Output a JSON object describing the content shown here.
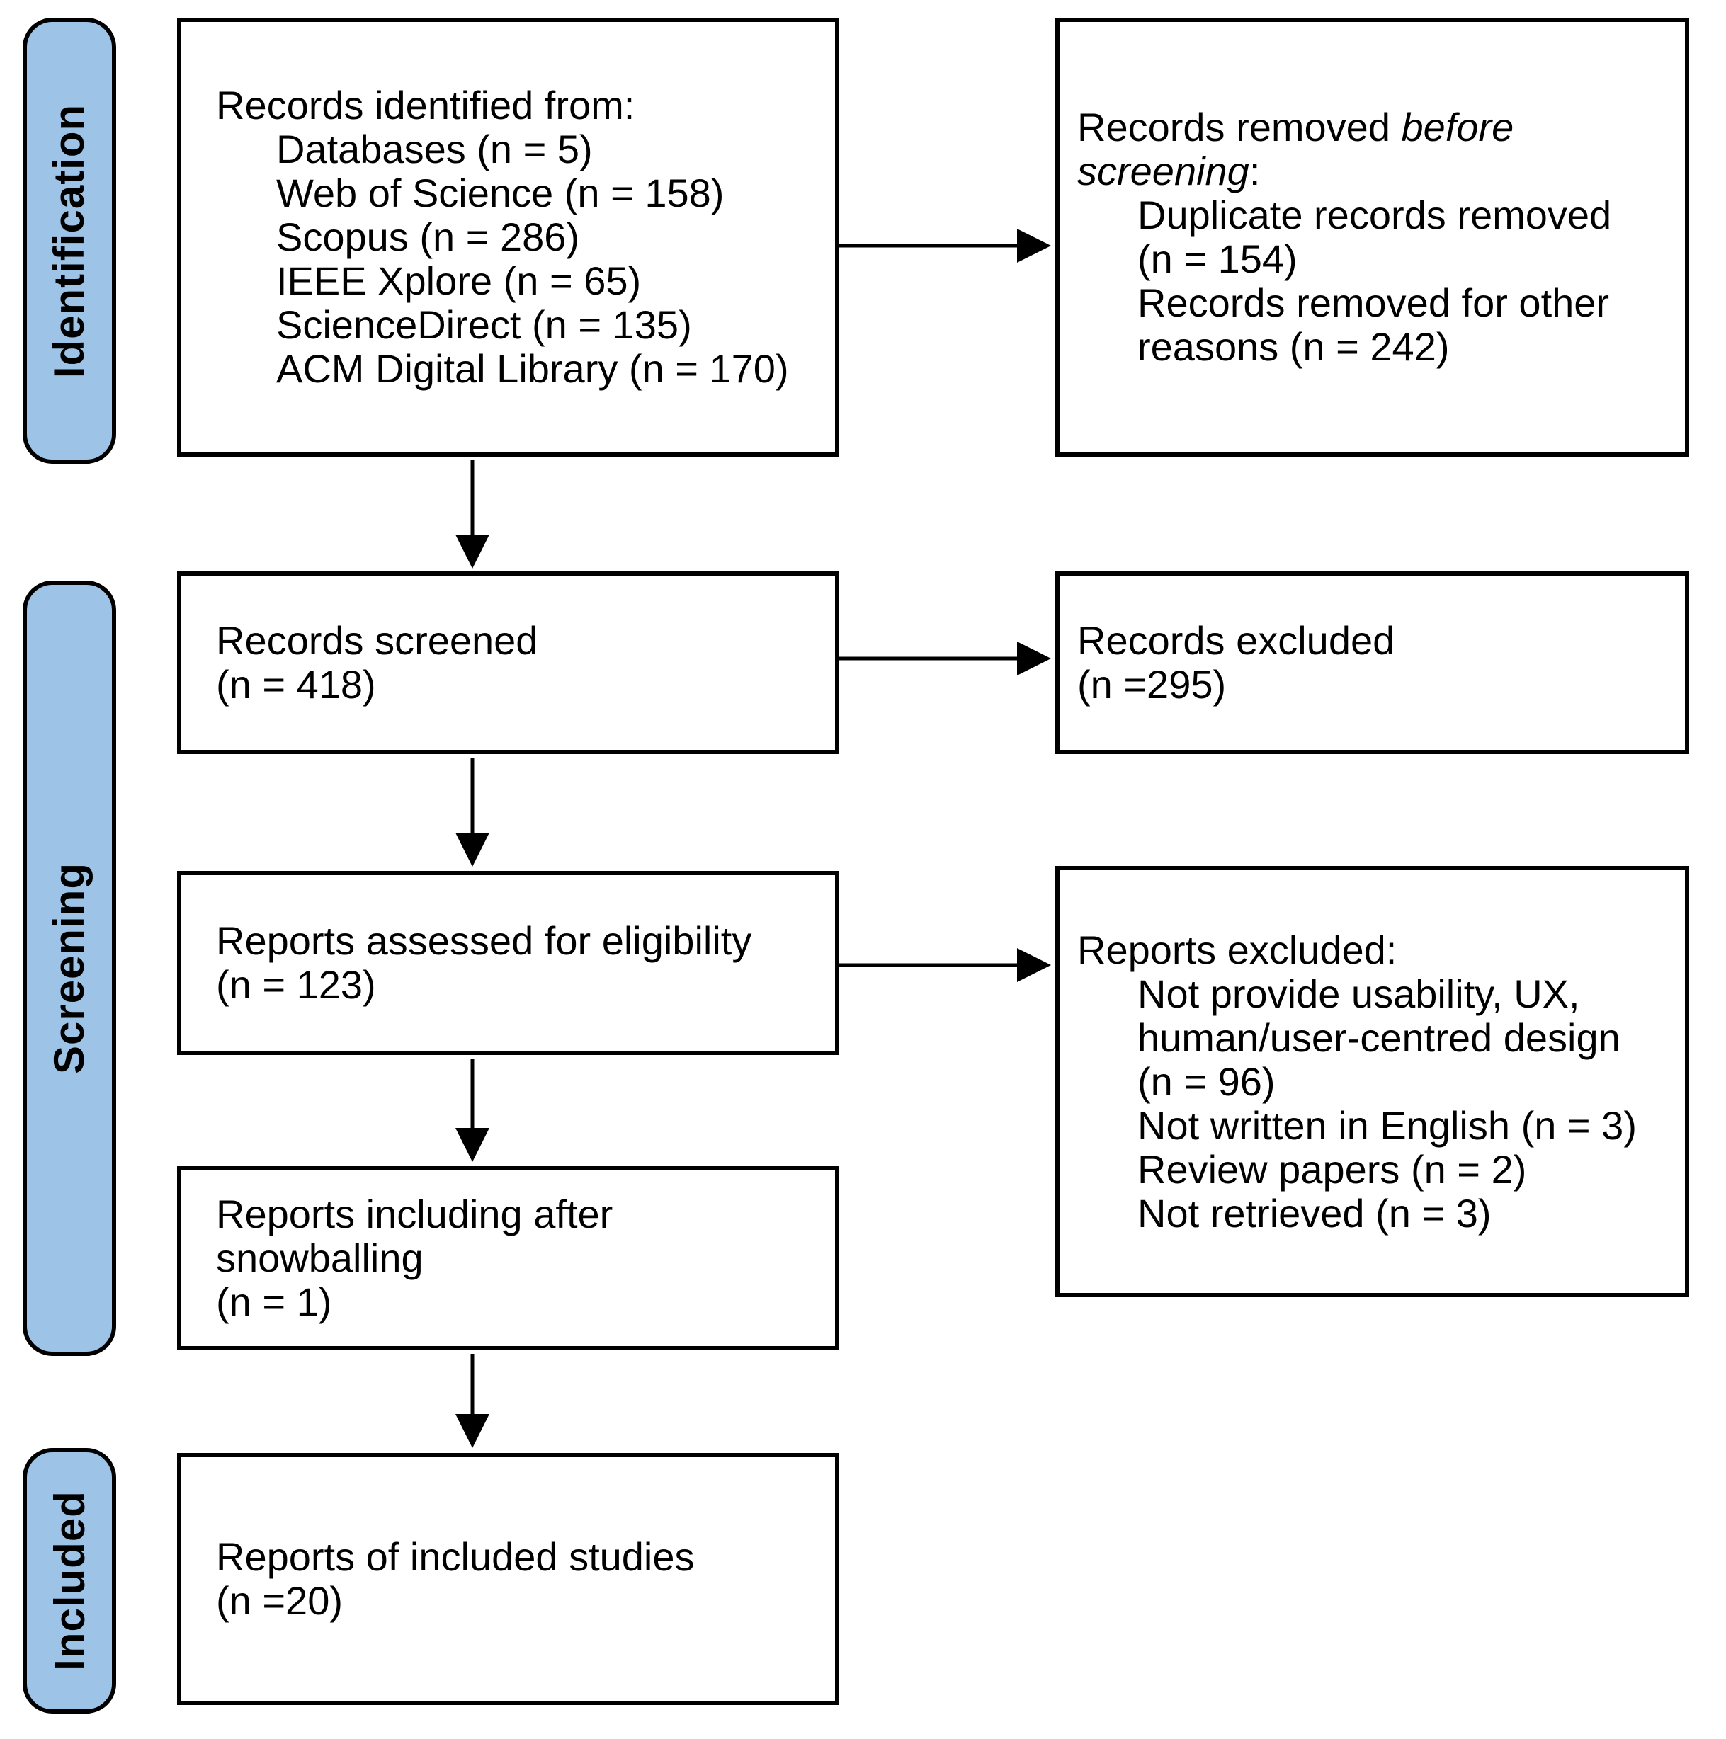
{
  "colors": {
    "stage_fill": "#9DC3E6",
    "stage_border": "#000000",
    "box_fill": "#FFFFFF",
    "box_border": "#000000",
    "text": "#000000",
    "background": "#FFFFFF"
  },
  "stages": {
    "identification": "Identification",
    "screening": "Screening",
    "included": "Included"
  },
  "boxes": {
    "identified": {
      "title": "Records identified from:",
      "items": [
        "Databases (n = 5)",
        "Web of Science (n = 158)",
        "Scopus (n = 286)",
        "IEEE Xplore (n = 65)",
        "ScienceDirect (n = 135)",
        "ACM Digital Library (n = 170)"
      ]
    },
    "removed": {
      "title_normal": "Records removed ",
      "title_italic": "before screening",
      "title_suffix": ":",
      "items": [
        "Duplicate records removed (n = 154)",
        "Records removed for other reasons (n = 242)"
      ]
    },
    "screened": {
      "line1": "Records screened",
      "line2": "(n = 418)"
    },
    "records_excluded": {
      "line1": "Records excluded",
      "line2": "(n =295)"
    },
    "assessed": {
      "line1": "Reports assessed for eligibility",
      "line2": "(n = 123)"
    },
    "reports_excluded": {
      "title": "Reports excluded:",
      "items": [
        "Not provide usability, UX, human/user-centred design (n = 96)",
        "Not written in English (n = 3)",
        "Review papers (n = 2)",
        "Not retrieved (n = 3)"
      ]
    },
    "snowballing": {
      "line1": "Reports including after snowballing",
      "line2": "(n = 1)"
    },
    "included_studies": {
      "line1": "Reports of included studies",
      "line2": "(n =20)"
    }
  }
}
